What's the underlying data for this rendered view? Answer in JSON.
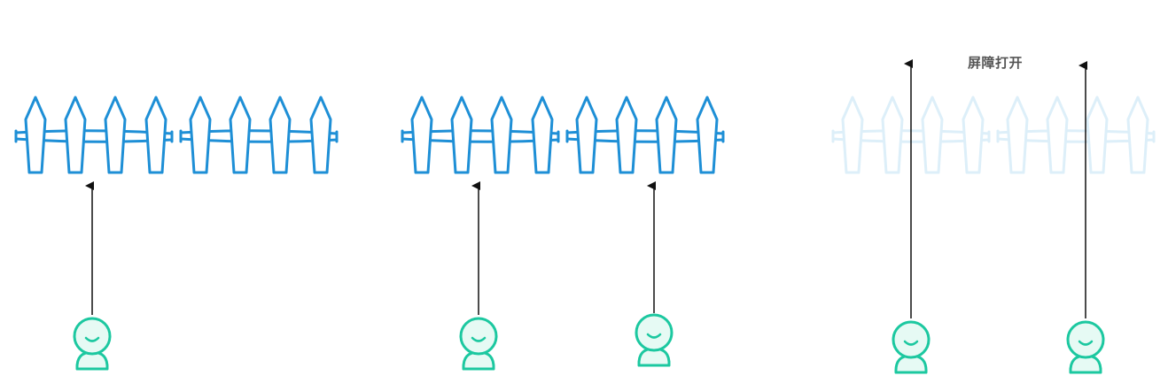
{
  "caption": "屏障打开",
  "colors": {
    "fence": "#1E8FD6",
    "fence_open": "#DDEFF9",
    "person_stroke": "#1CC8A0",
    "person_fill": "#E6FAF4",
    "arrow": "#111111"
  },
  "panels": [
    {
      "state": "closed",
      "people": 1
    },
    {
      "state": "closed",
      "people": 2
    },
    {
      "state": "open",
      "people": 2
    }
  ],
  "icons": [
    "fence-icon",
    "person-icon",
    "arrow-up-icon"
  ]
}
